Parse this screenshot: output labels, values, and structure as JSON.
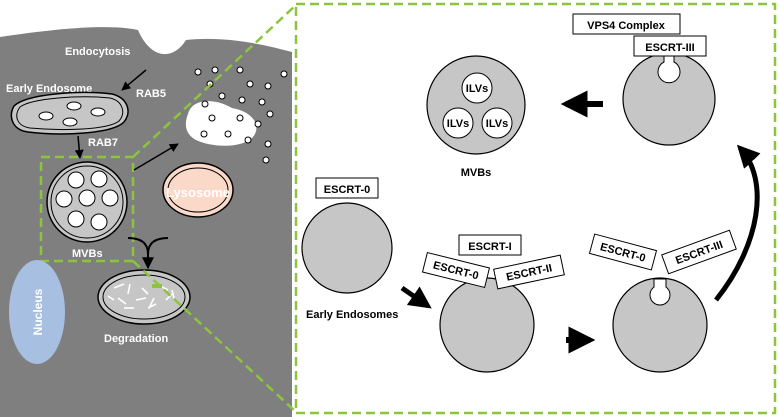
{
  "cell": {
    "endocytosis": "Endocytosis",
    "early_endosome": "Early Endosome",
    "rab5": "RAB5",
    "rab7": "RAB7",
    "mvbs": "MVBs",
    "lysosome": "Lysosome",
    "nucleus": "Nucleus",
    "degradation": "Degradation"
  },
  "pathway": {
    "early_endosomes": "Early Endosomes",
    "mvbs": "MVBs",
    "ilvs": [
      "ILVs",
      "ILVs",
      "ILVs"
    ],
    "escrt0_top": "ESCRT-0",
    "escrt_i": "ESCRT-I",
    "escrt0_stage2": "ESCRT-0",
    "escrt_ii": "ESCRT-II",
    "escrt0_stage3": "ESCRT-0",
    "escrt_iii_stage3": "ESCRT-III",
    "vps4": "VPS4 Complex",
    "escrt_iii_top": "ESCRT-III"
  },
  "colors": {
    "cell": "#7f7f7f",
    "organelle": "#c6c6c6",
    "lysosome": "#fbd9c8",
    "nucleus": "#a7bfe0",
    "dashed": "#8cc43f"
  }
}
